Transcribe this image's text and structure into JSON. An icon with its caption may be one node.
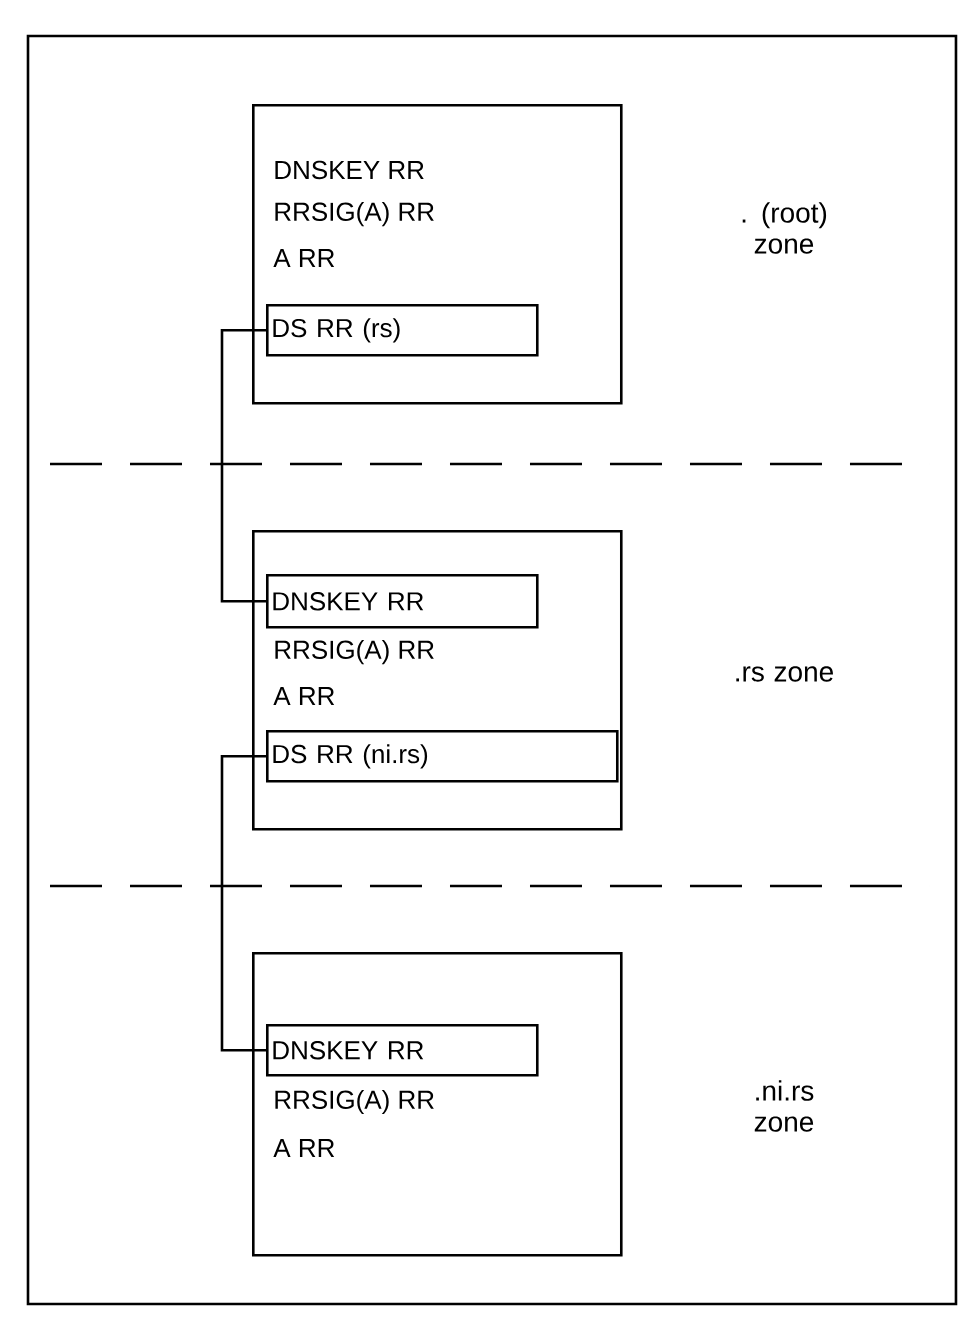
{
  "diagram": {
    "nodes": [
      {
        "text": [
          "DNSKEY RR",
          "RRSIG(A) RR",
          "A RR"
        ]
      },
      {
        "text": [
          "DS RR (rs)"
        ],
        "in": 0
      },
      {
        "text": [
          "RRSIG(A) RR",
          "A RR"
        ]
      },
      {
        "text": [
          "DNSKEY RR"
        ],
        "in": 2
      },
      {
        "text": [
          "DS RR (ni.rs)"
        ],
        "in": 2
      },
      {
        "text": [
          "RRSIG(A) RR",
          "A RR"
        ]
      },
      {
        "text": [
          "DNSKEY RR"
        ],
        "in": 5
      }
    ],
    "edges": [
      {
        "from": 1,
        "to": 3,
        "arrow": "none"
      },
      {
        "from": 4,
        "to": 6,
        "arrow": "none"
      }
    ],
    "labels": [
      ". (root) zone",
      ".rs zone",
      ".ni.rs zone"
    ]
  }
}
